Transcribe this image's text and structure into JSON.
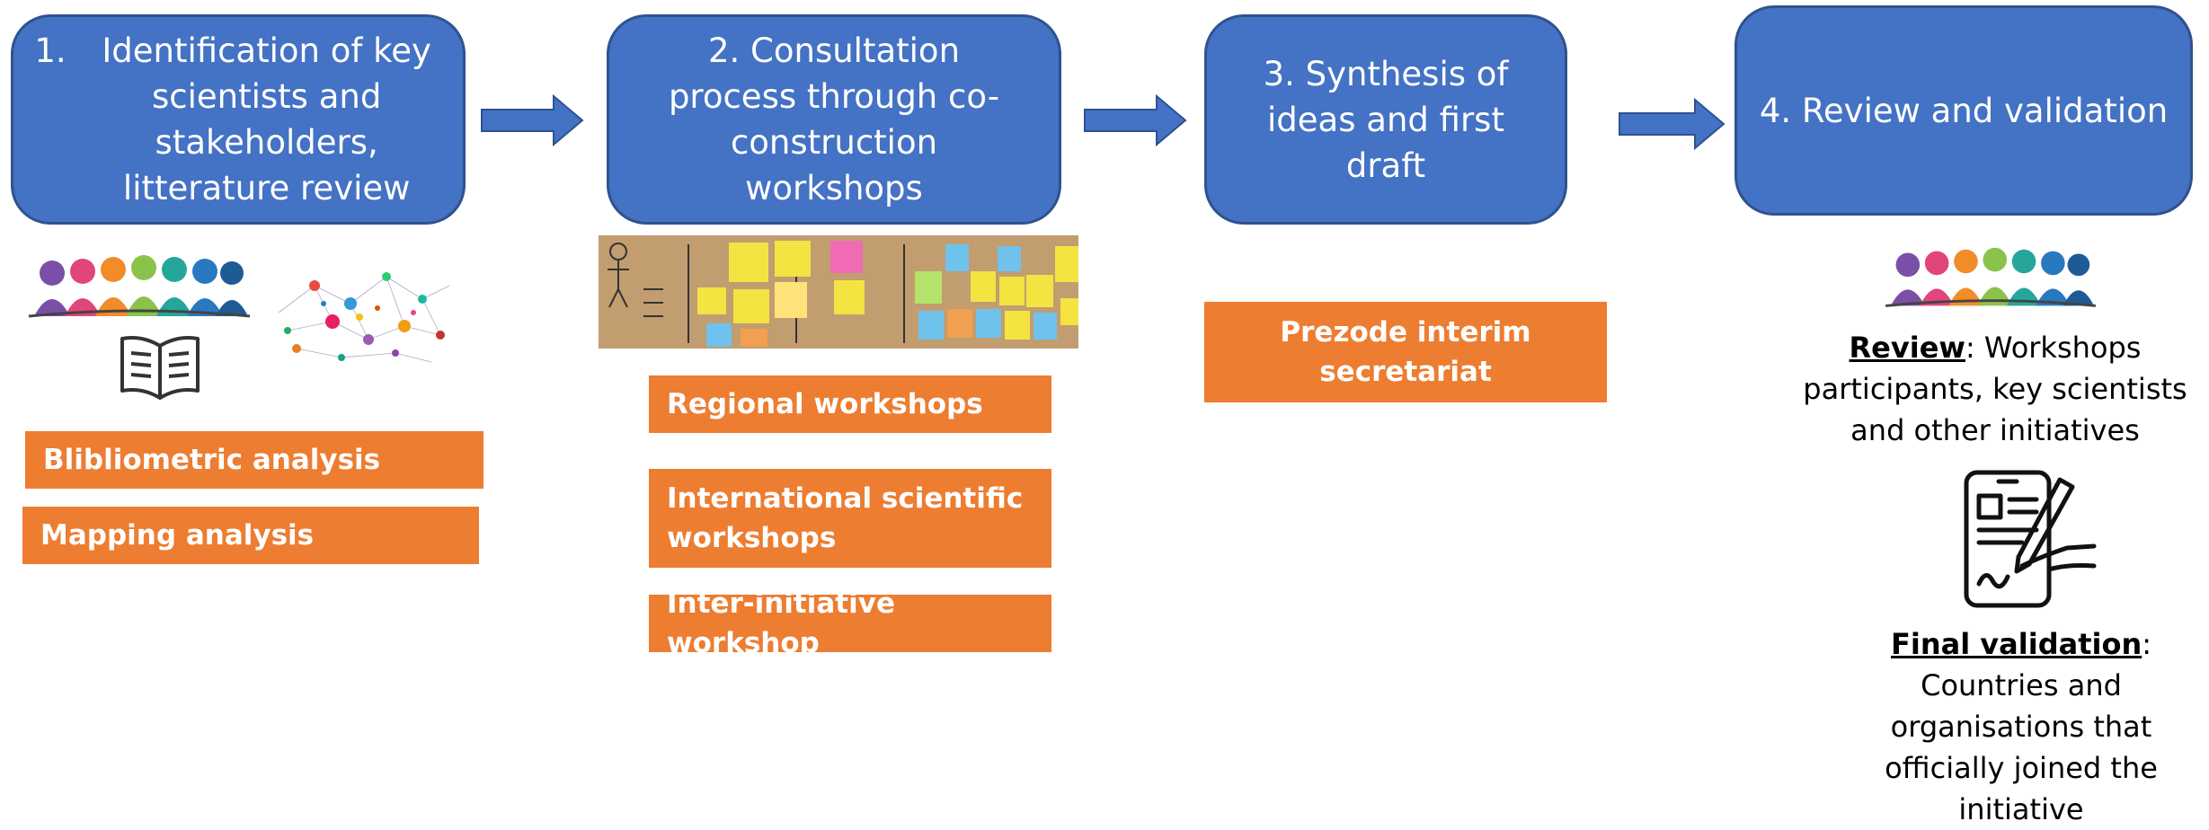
{
  "steps": [
    {
      "num": "1.",
      "label": "Identification of key scientists and stakeholders, litterature review"
    },
    {
      "label": "2. Consultation process through co-construction workshops"
    },
    {
      "label": "3. Synthesis of ideas and first draft"
    },
    {
      "label": "4. Review and validation"
    }
  ],
  "step1_tags": [
    "Blibliometric analysis",
    "Mapping analysis"
  ],
  "step2_tags": [
    "Regional workshops",
    "International scientific workshops",
    "Inter-initiative workshop"
  ],
  "step3_tags": [
    "Prezode interim secretariat"
  ],
  "review": {
    "heading": "Review",
    "text": ": Workshops participants, key scientists and other initiatives"
  },
  "final_validation": {
    "heading": "Final validation",
    "text": ": Countries and organisations that officially joined the initiative"
  },
  "colors": {
    "step_fill": "#4472c4",
    "step_border": "#2f528f",
    "tag_fill": "#ed7d31"
  },
  "icons": [
    "people-group-icon",
    "network-map-icon",
    "open-book-icon",
    "sticky-notes-photo",
    "tablet-signature-icon"
  ]
}
